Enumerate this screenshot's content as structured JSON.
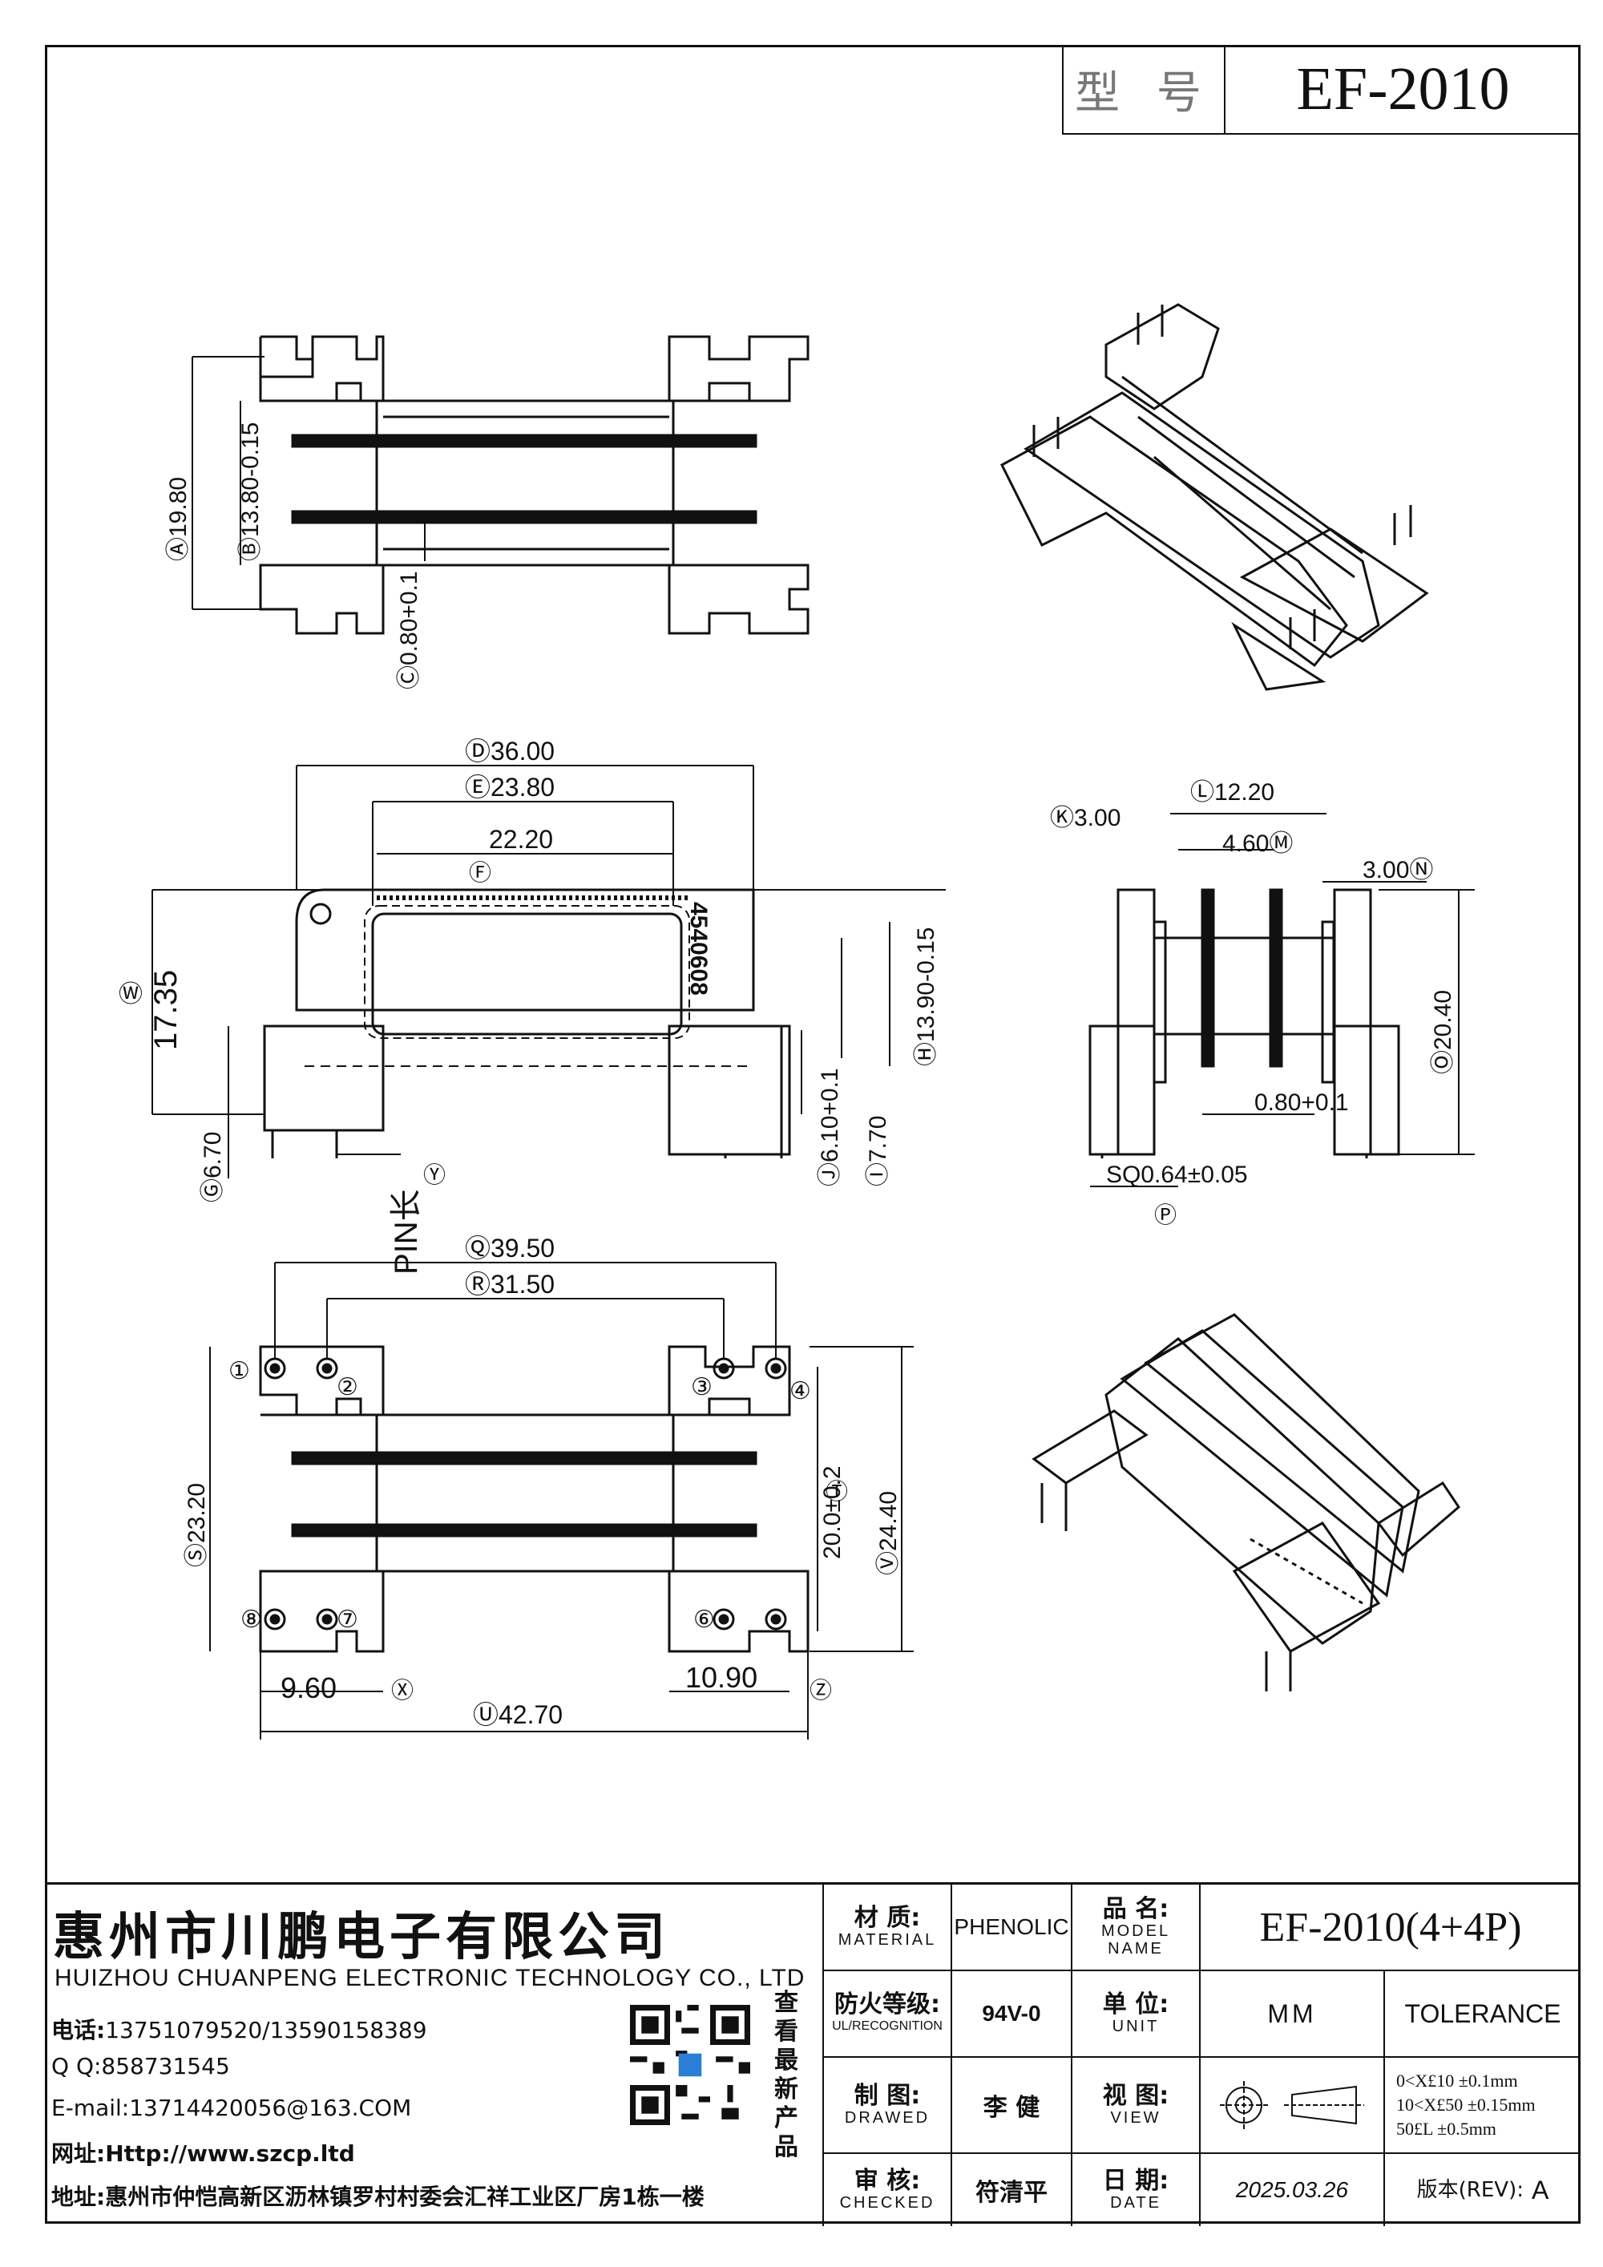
{
  "header": {
    "model_label": "型 号",
    "model_value": "EF-2010"
  },
  "dimensions": {
    "A": "Ⓐ19.80",
    "B": "Ⓑ13.80-0.15",
    "C": "Ⓒ0.80+0.1",
    "D": "Ⓓ36.00",
    "E": "Ⓔ23.80",
    "F_value": "22.20",
    "F": "Ⓕ",
    "W_marker": "Ⓦ",
    "W_value": "17.35",
    "G": "Ⓖ6.70",
    "H": "Ⓗ13.90-0.15",
    "J": "Ⓙ6.10+0.1",
    "I": "Ⓘ7.70",
    "Y": "Ⓨ",
    "pin_len": "PIN长",
    "part_mark": "4540608",
    "K": "Ⓚ3.00",
    "L": "Ⓛ12.20",
    "M": "4.60Ⓜ",
    "N": "3.00Ⓝ",
    "O": "Ⓞ20.40",
    "side_thk": "0.80+0.1",
    "P_value": "SQ0.64±0.05",
    "P": "Ⓟ",
    "Q": "Ⓠ39.50",
    "R": "Ⓡ31.50",
    "S": "Ⓢ23.20",
    "T_value": "20.0±0.2",
    "T": "Ⓣ",
    "V": "Ⓥ24.40",
    "X_value": "9.60",
    "X": "Ⓧ",
    "Z_value": "10.90",
    "Z": "Ⓩ",
    "U": "Ⓤ42.70",
    "pins": [
      "①",
      "②",
      "③",
      "④",
      "⑥",
      "⑦",
      "⑧"
    ]
  },
  "company": {
    "name_cn": "惠州市川鹏电子有限公司",
    "name_en": "HUIZHOU CHUANPENG ELECTRONIC TECHNOLOGY CO., LTD",
    "phone_label": "电话:",
    "phone": "13751079520/13590158389",
    "qq_label": "Q Q:",
    "qq": "858731545",
    "email_label": "E-mail:",
    "email": "13714420056@163.COM",
    "web_label": "网址:",
    "web": "Http://www.szcp.ltd",
    "addr_label": "地址:",
    "addr": "惠州市仲恺高新区沥林镇罗村村委会汇祥工业区厂房1栋一楼",
    "qr_caption": "查看最新产品"
  },
  "title_block": {
    "material_cn": "材 质:",
    "material_en": "MATERIAL",
    "material": "PHENOLIC",
    "model_cn": "品 名:",
    "model_en": "MODEL NAME",
    "model": "EF-2010(4+4P)",
    "fire_cn": "防火等级:",
    "fire_en": "UL/RECOGNITION",
    "fire": "94V-0",
    "unit_cn": "单 位:",
    "unit_en": "UNIT",
    "unit": "MM",
    "tolerance": "TOLERANCE",
    "drawn_cn": "制 图:",
    "drawn_en": "DRAWED",
    "drawn": "李 健",
    "view_cn": "视 图:",
    "view_en": "VIEW",
    "tol1": "0<X£10 ±0.1mm",
    "tol2": "10<X£50 ±0.15mm",
    "tol3": "50£L ±0.5mm",
    "checked_cn": "审 核:",
    "checked_en": "CHECKED",
    "checked": "符清平",
    "date_cn": "日 期:",
    "date_en": "DATE",
    "date": "2025.03.26",
    "rev_label": "版本(REV):",
    "rev": "A"
  }
}
